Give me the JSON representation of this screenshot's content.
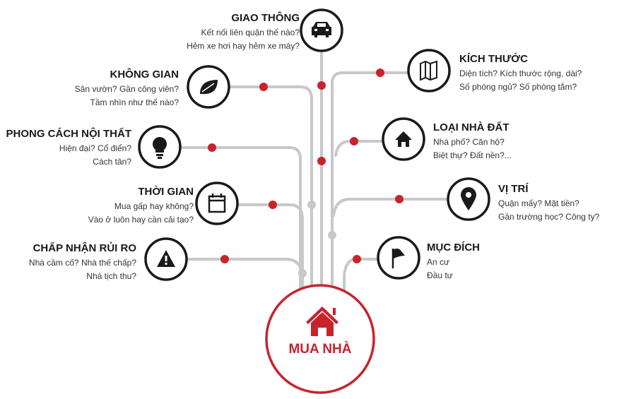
{
  "center": {
    "label": "MUA NHÀ",
    "icon": "house-icon"
  },
  "colors": {
    "accent": "#c8232c",
    "line": "#c8c8c8",
    "dark": "#1a1a1a"
  },
  "nodes": [
    {
      "id": "giao-thong",
      "title": "GIAO THÔNG",
      "lines": [
        "Kết nối liên quận thế nào?",
        "Hẻm xe hơi hay hẻm xe máy?"
      ],
      "icon": "car-icon"
    },
    {
      "id": "khong-gian",
      "title": "KHÔNG GIAN",
      "lines": [
        "Sân vườn? Gần công viên?",
        "Tầm nhìn như thế nào?"
      ],
      "icon": "leaf-icon"
    },
    {
      "id": "phong-cach",
      "title": "PHONG CÁCH NỘI THẤT",
      "lines": [
        "Hiện đại? Cổ điển?",
        "Cách tân?"
      ],
      "icon": "lightbulb-icon"
    },
    {
      "id": "thoi-gian",
      "title": "THỜI GIAN",
      "lines": [
        "Mua gấp hay không?",
        "Vào ở luôn hay cần cải tạo?"
      ],
      "icon": "calendar-icon"
    },
    {
      "id": "rui-ro",
      "title": "CHẤP NHẬN RỦI RO",
      "lines": [
        "Nhà cầm cố? Nhà thế chấp?",
        "Nhà tịch thu?"
      ],
      "icon": "warning-icon"
    },
    {
      "id": "kich-thuoc",
      "title": "KÍCH THƯỚC",
      "lines": [
        "Diện tích? Kích thước rộng, dài?",
        "Số phòng ngủ? Số phòng tắm?"
      ],
      "icon": "map-icon"
    },
    {
      "id": "loai-nha",
      "title": "LOẠI NHÀ ĐẤT",
      "lines": [
        "Nhà phố? Căn hộ?",
        "Biệt thự? Đất nền?..."
      ],
      "icon": "home-icon"
    },
    {
      "id": "vi-tri",
      "title": "VỊ TRÍ",
      "lines": [
        "Quận mấy? Mặt tiền?",
        "Gần trường học? Công ty?"
      ],
      "icon": "location-pin-icon"
    },
    {
      "id": "muc-dich",
      "title": "MỤC ĐÍCH",
      "lines": [
        "An cư",
        "Đầu tư"
      ],
      "icon": "flag-icon"
    }
  ]
}
